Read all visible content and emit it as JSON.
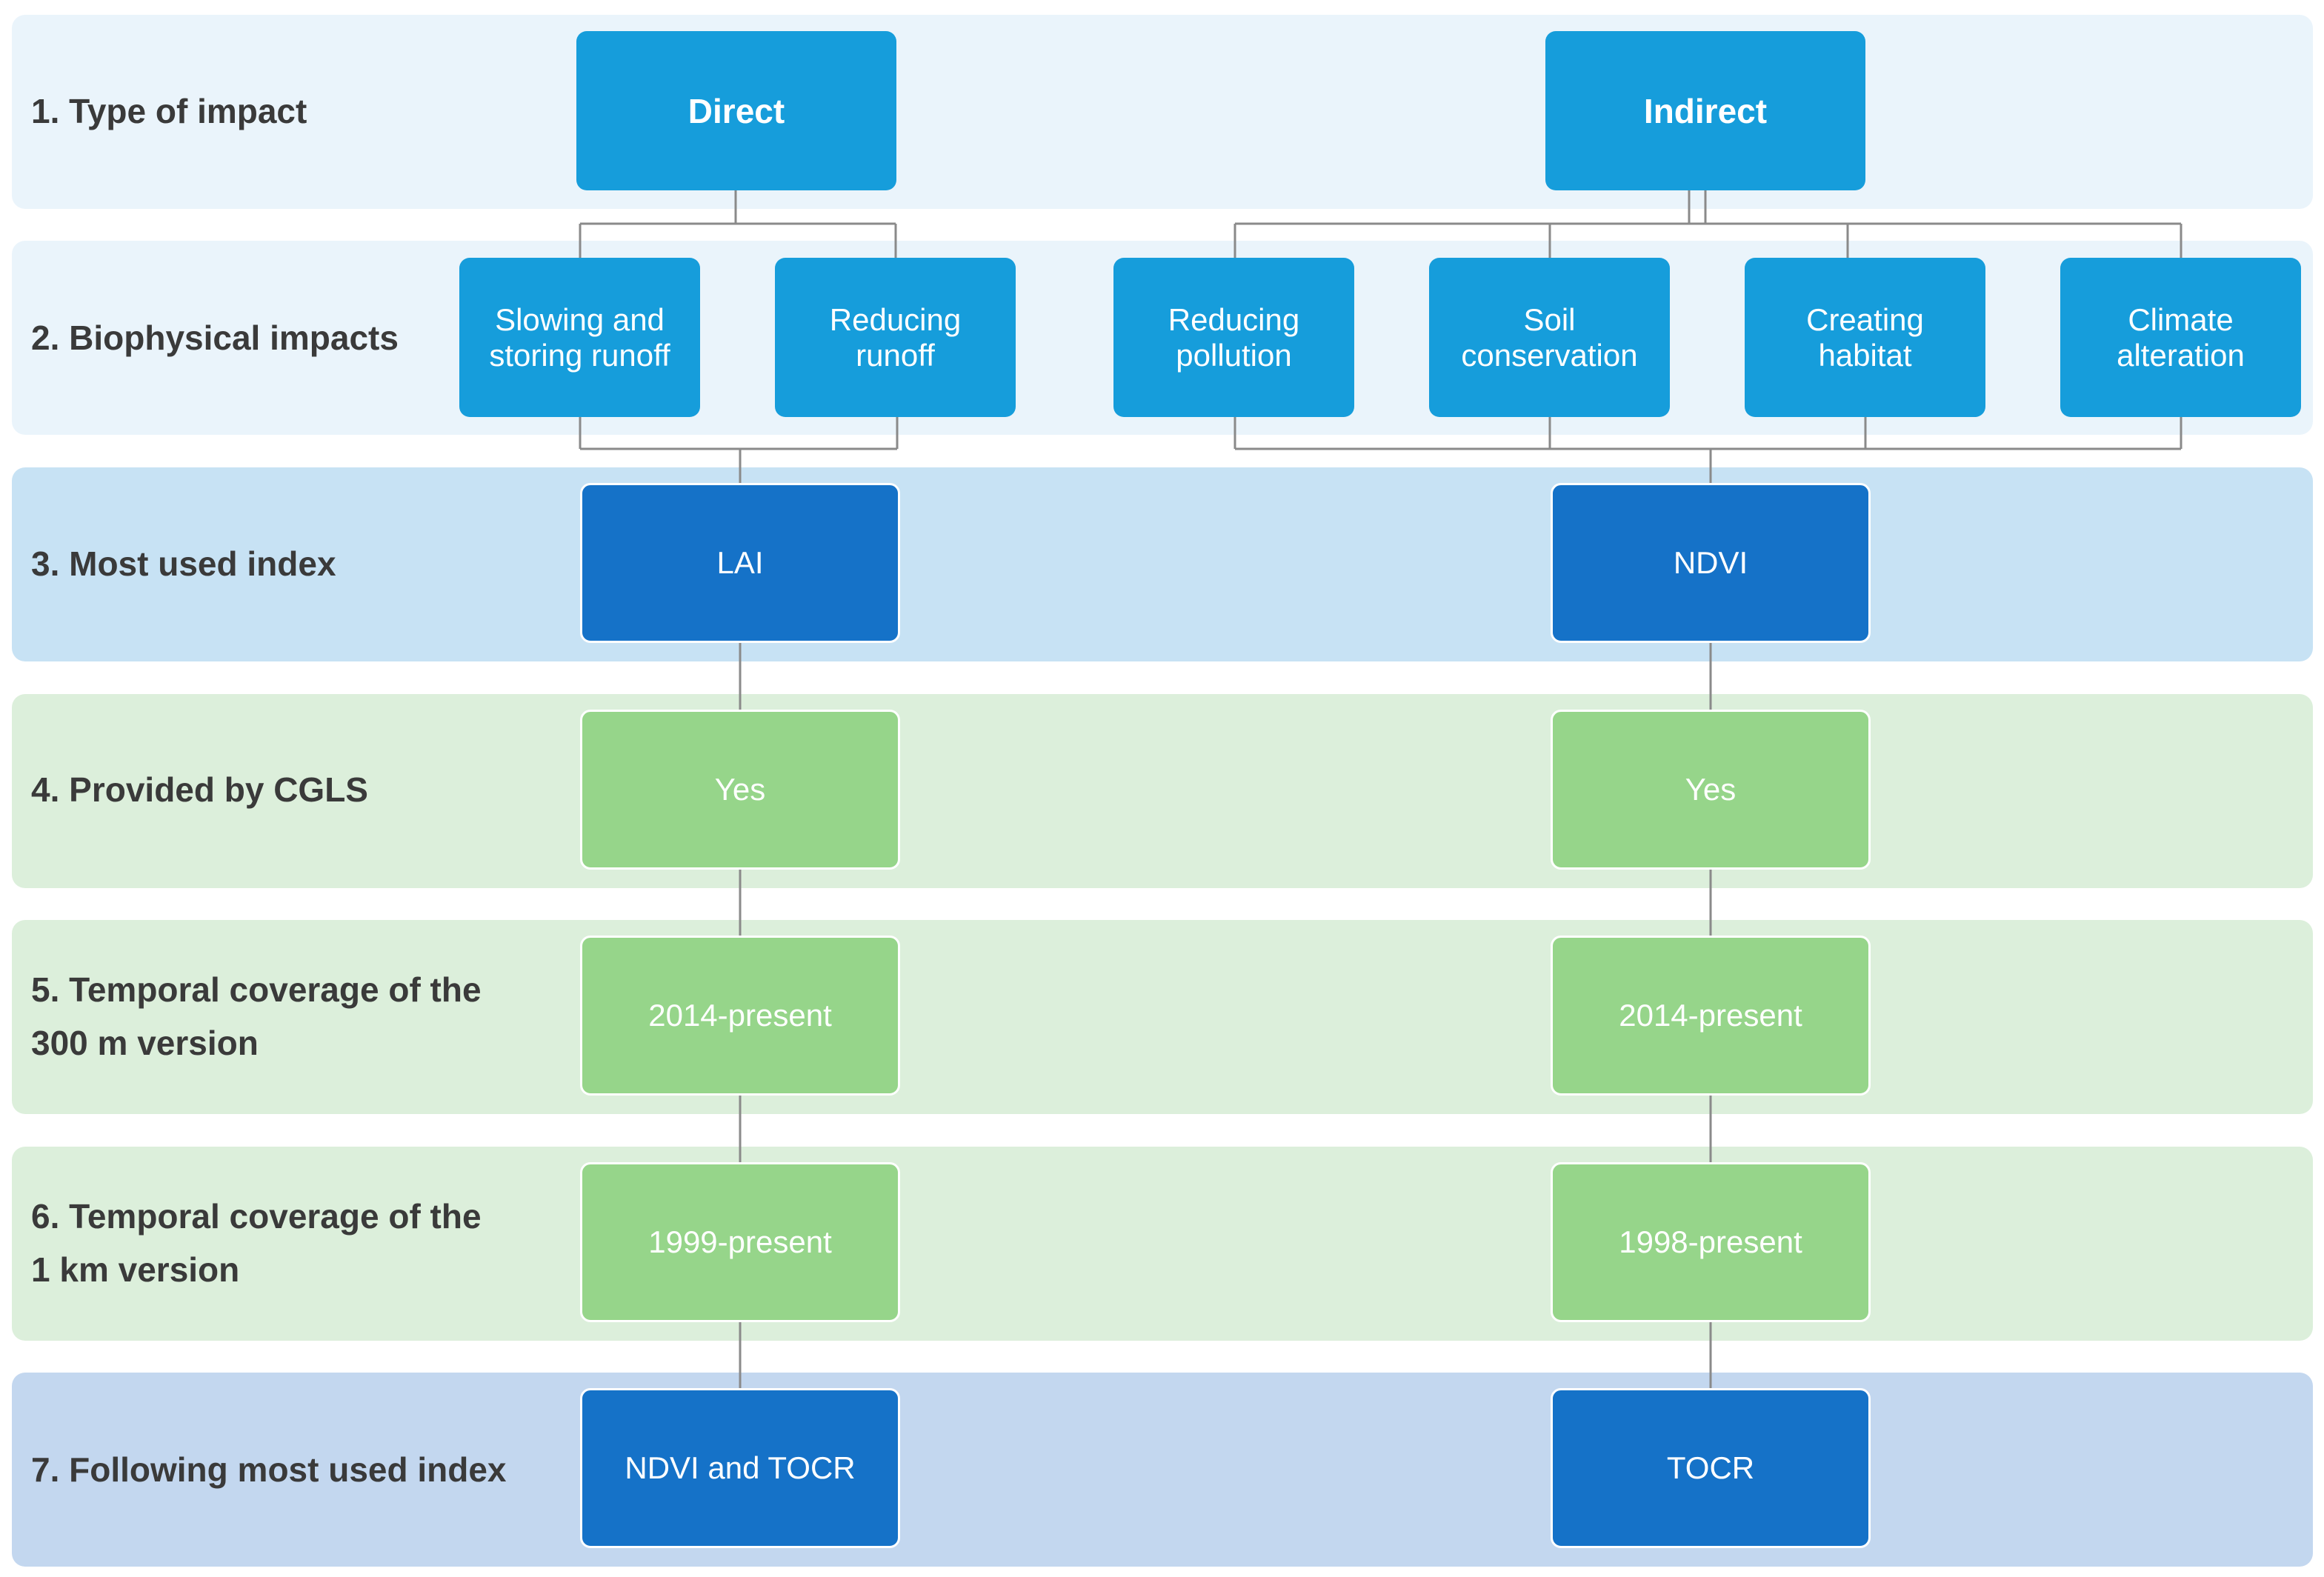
{
  "rows": [
    {
      "label": "1. Type of impact",
      "bg": "#eaf4fb"
    },
    {
      "label": "2. Biophysical impacts",
      "bg": "#eaf4fb"
    },
    {
      "label": "3. Most used index",
      "bg": "#c7e2f4"
    },
    {
      "label": "4. Provided by CGLS",
      "bg": "#dcefdb"
    },
    {
      "label": "5. Temporal coverage of the\n300 m version",
      "bg": "#dcefdb"
    },
    {
      "label": "6. Temporal coverage of the\n1 km version",
      "bg": "#dcefdb"
    },
    {
      "label": "7. Following most used index",
      "bg": "#c3d7ef"
    }
  ],
  "impact_types": {
    "direct": "Direct",
    "indirect": "Indirect"
  },
  "biophysical": {
    "slowing": "Slowing and\nstoring runoff",
    "reducing_runoff": "Reducing\nrunoff",
    "reducing_pollution": "Reducing\npollution",
    "soil": "Soil\nconservation",
    "habitat": "Creating\nhabitat",
    "climate": "Climate\nalteration"
  },
  "direct_chain": {
    "most_used_index": "LAI",
    "provided_by_cgls": "Yes",
    "coverage_300m": "2014-present",
    "coverage_1km": "1999-present",
    "following_index": "NDVI and TOCR"
  },
  "indirect_chain": {
    "most_used_index": "NDVI",
    "provided_by_cgls": "Yes",
    "coverage_300m": "2014-present",
    "coverage_1km": "1998-present",
    "following_index": "TOCR"
  },
  "colors": {
    "type_node": "#169ddb",
    "index_node": "#1572c8",
    "green_node": "#96d58a",
    "connector": "#8a8a8a"
  }
}
